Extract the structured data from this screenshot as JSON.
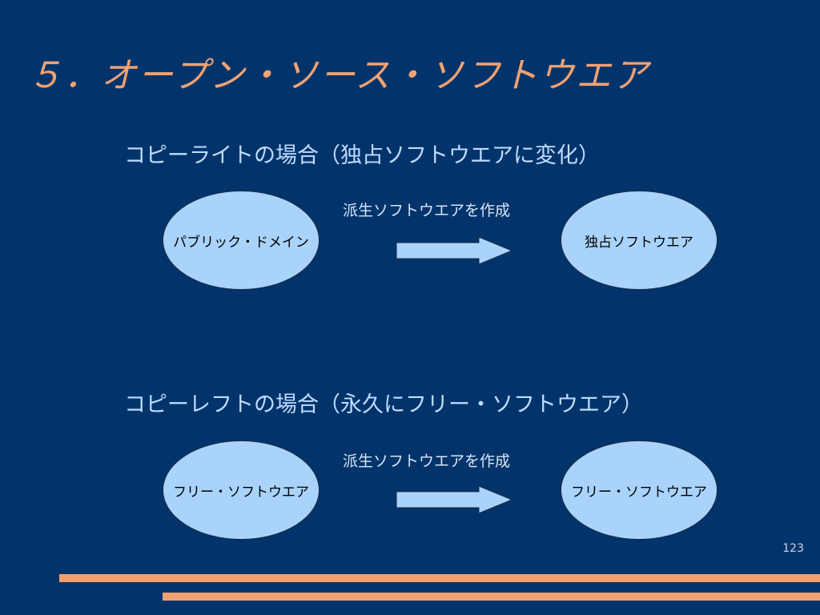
{
  "slide": {
    "title": "５．オープン・ソース・ソフトウエア",
    "page_number": "123",
    "colors": {
      "background": "#02346b",
      "title": "#f2a272",
      "heading": "#bfdcff",
      "ellipse_fill": "#a9d3fb",
      "arrow_fill": "#a9d3fb",
      "stripe": "#f4a06e"
    }
  },
  "copyright": {
    "heading": "コピーライトの場合（独占ソフトウエアに変化）",
    "source": "パブリック・ドメイン",
    "arrow_label": "派生ソフトウエアを作成",
    "target": "独占ソフトウエア"
  },
  "copyleft": {
    "heading": "コピーレフトの場合（永久にフリー・ソフトウエア）",
    "source": "フリー・ソフトウエア",
    "arrow_label": "派生ソフトウエアを作成",
    "target": "フリー・ソフトウエア"
  }
}
